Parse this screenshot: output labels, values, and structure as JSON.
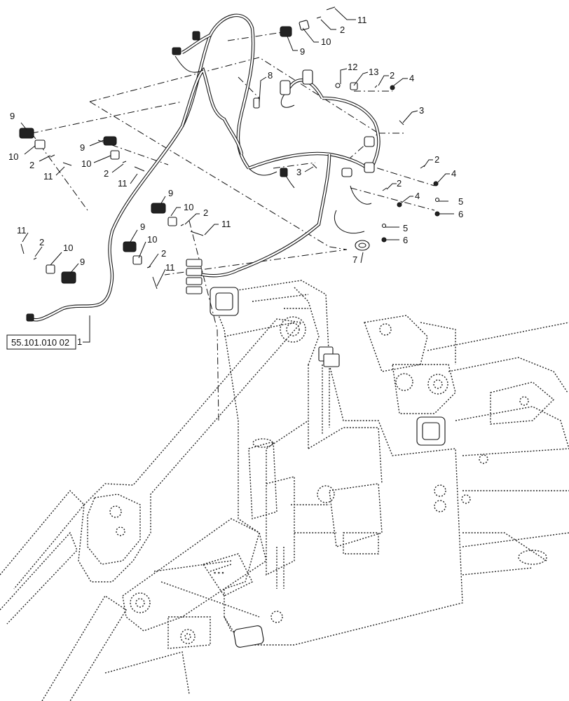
{
  "reference_box": {
    "text": "55.101.010 02"
  },
  "callouts": [
    {
      "id": "c1",
      "label": "1"
    },
    {
      "id": "c2a",
      "label": "2"
    },
    {
      "id": "c11a",
      "label": "11"
    },
    {
      "id": "c10a",
      "label": "10"
    },
    {
      "id": "c9a",
      "label": "9"
    },
    {
      "id": "c8",
      "label": "8"
    },
    {
      "id": "c12",
      "label": "12"
    },
    {
      "id": "c13",
      "label": "13"
    },
    {
      "id": "c2b",
      "label": "2"
    },
    {
      "id": "c4a",
      "label": "4"
    },
    {
      "id": "c3a",
      "label": "3"
    },
    {
      "id": "c9b",
      "label": "9"
    },
    {
      "id": "c10b",
      "label": "10"
    },
    {
      "id": "c2c",
      "label": "2"
    },
    {
      "id": "c11b",
      "label": "11"
    },
    {
      "id": "c9c",
      "label": "9"
    },
    {
      "id": "c10c",
      "label": "10"
    },
    {
      "id": "c2d",
      "label": "2"
    },
    {
      "id": "c11c",
      "label": "11"
    },
    {
      "id": "c3b",
      "label": "3"
    },
    {
      "id": "c2e",
      "label": "2"
    },
    {
      "id": "c4b",
      "label": "4"
    },
    {
      "id": "c2f",
      "label": "2"
    },
    {
      "id": "c4c",
      "label": "4"
    },
    {
      "id": "c5a",
      "label": "5"
    },
    {
      "id": "c6a",
      "label": "6"
    },
    {
      "id": "c9d",
      "label": "9"
    },
    {
      "id": "c10d",
      "label": "10"
    },
    {
      "id": "c2g",
      "label": "2"
    },
    {
      "id": "c11d",
      "label": "11"
    },
    {
      "id": "c5b",
      "label": "5"
    },
    {
      "id": "c6b",
      "label": "6"
    },
    {
      "id": "c7",
      "label": "7"
    },
    {
      "id": "c11e",
      "label": "11"
    },
    {
      "id": "c2h",
      "label": "2"
    },
    {
      "id": "c10e",
      "label": "10"
    },
    {
      "id": "c9e",
      "label": "9"
    },
    {
      "id": "c9f",
      "label": "9"
    },
    {
      "id": "c10f",
      "label": "10"
    },
    {
      "id": "c2i",
      "label": "2"
    },
    {
      "id": "c11f",
      "label": "11"
    }
  ]
}
